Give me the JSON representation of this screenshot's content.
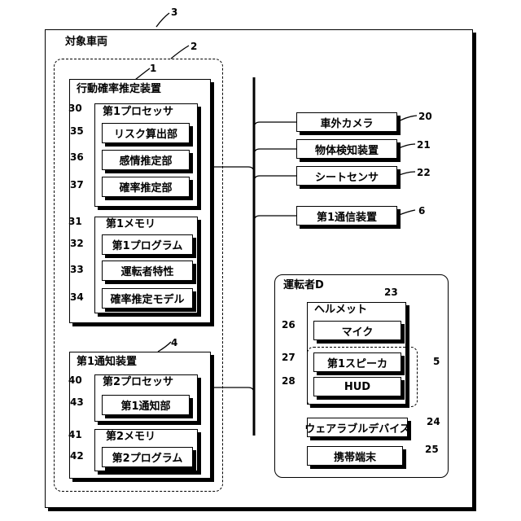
{
  "vehicle": {
    "label": "対象車両",
    "ref": "3"
  },
  "dashed_group_ref": "2",
  "estimator": {
    "label": "行動確率推定装置",
    "ref": "1",
    "processor": {
      "label": "第1プロセッサ",
      "ref": "30"
    },
    "risk_calc": {
      "label": "リスク算出部",
      "ref": "35"
    },
    "emotion": {
      "label": "感情推定部",
      "ref": "36"
    },
    "probability": {
      "label": "確率推定部",
      "ref": "37"
    },
    "memory": {
      "label": "第1メモリ",
      "ref": "31"
    },
    "program": {
      "label": "第1プログラム",
      "ref": "32"
    },
    "driver_traits": {
      "label": "運転者特性",
      "ref": "33"
    },
    "model": {
      "label": "確率推定モデル",
      "ref": "34"
    }
  },
  "notifier": {
    "label": "第1通知装置",
    "ref": "4",
    "processor": {
      "label": "第2プロセッサ",
      "ref": "40"
    },
    "notify_unit": {
      "label": "第1通知部",
      "ref": "43"
    },
    "memory": {
      "label": "第2メモリ",
      "ref": "41"
    },
    "program": {
      "label": "第2プログラム",
      "ref": "42"
    }
  },
  "devices": {
    "camera": {
      "label": "車外カメラ",
      "ref": "20"
    },
    "object_detect": {
      "label": "物体検知装置",
      "ref": "21"
    },
    "seat_sensor": {
      "label": "シートセンサ",
      "ref": "22"
    },
    "comm": {
      "label": "第1通信装置",
      "ref": "6"
    }
  },
  "driver": {
    "label": "運転者D",
    "helmet": {
      "label": "ヘルメット",
      "ref": "23"
    },
    "mic": {
      "label": "マイク",
      "ref": "26"
    },
    "speaker": {
      "label": "第1スピーカ",
      "ref": "27"
    },
    "hud": {
      "label": "HUD",
      "ref": "28"
    },
    "dashed_group_ref": "5",
    "wearable": {
      "label": "ウェアラブルデバイス",
      "ref": "24"
    },
    "mobile": {
      "label": "携帯端末",
      "ref": "25"
    }
  }
}
